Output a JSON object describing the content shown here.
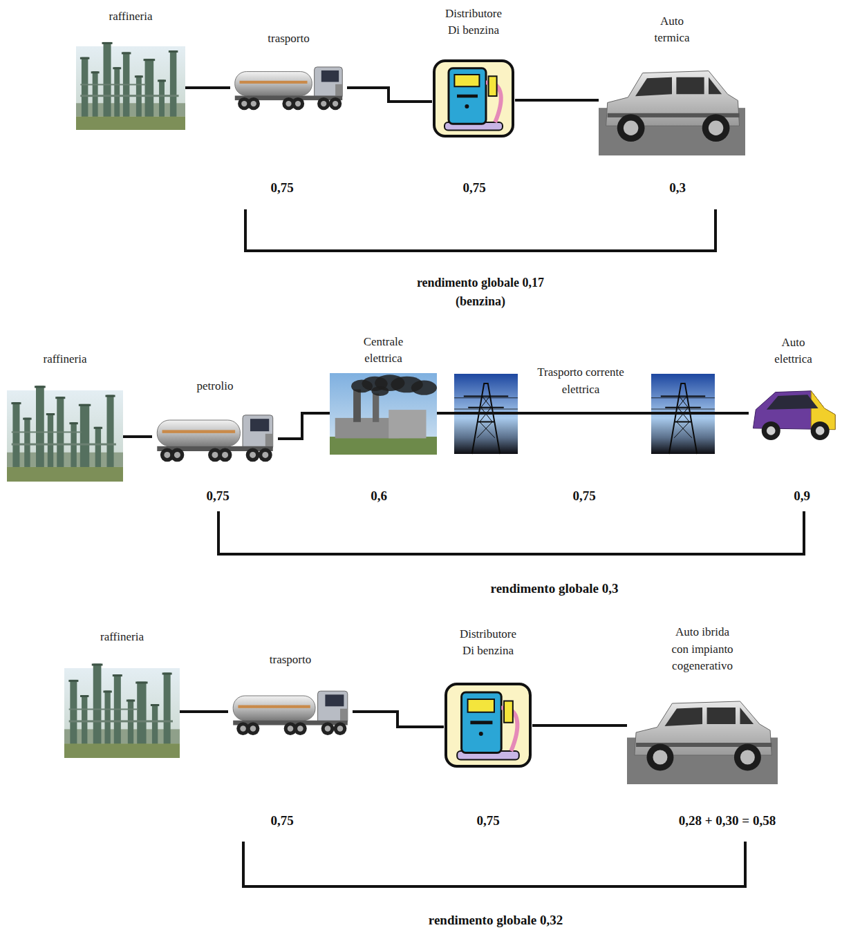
{
  "diagram": {
    "nodes": [
      {
        "text": [
          "raffineria"
        ]
      },
      {
        "text": [
          "trasporto"
        ]
      },
      {
        "text": [
          "Distributore Di benzina"
        ]
      },
      {
        "text": [
          "Auto termica"
        ]
      },
      {
        "text": [
          "raffineria"
        ]
      },
      {
        "text": [
          "petrolio"
        ]
      },
      {
        "text": [
          "Centrale elettrica"
        ]
      },
      {
        "text": [
          "Auto elettrica"
        ]
      },
      {
        "text": [
          "raffineria"
        ]
      },
      {
        "text": [
          "trasporto"
        ]
      },
      {
        "text": [
          "Distributore Di benzina"
        ]
      },
      {
        "text": [
          "Auto ibrida con impianto cogenerativo"
        ]
      }
    ],
    "edges": [
      {
        "from": 0,
        "to": 1,
        "arrow": "none"
      },
      {
        "from": 1,
        "to": 2,
        "arrow": "none"
      },
      {
        "from": 2,
        "to": 3,
        "arrow": "none"
      },
      {
        "from": 4,
        "to": 5,
        "arrow": "none"
      },
      {
        "from": 5,
        "to": 6,
        "arrow": "none"
      },
      {
        "from": 6,
        "to": 7,
        "label": "Trasporto corrente elettrica",
        "arrow": "none"
      },
      {
        "from": 8,
        "to": 9,
        "arrow": "none"
      },
      {
        "from": 9,
        "to": 10,
        "arrow": "none"
      },
      {
        "from": 10,
        "to": 11,
        "arrow": "none"
      }
    ],
    "labels": [
      "0,75",
      "0,75",
      "0,3",
      "rendimento globale 0,17 (benzina)",
      "0,75",
      "0,6",
      "0,75",
      "0,9",
      "rendimento globale 0,3",
      "0,75",
      "0,75",
      "0,28 + 0,30 = 0,58",
      "rendimento globale 0,32"
    ]
  }
}
